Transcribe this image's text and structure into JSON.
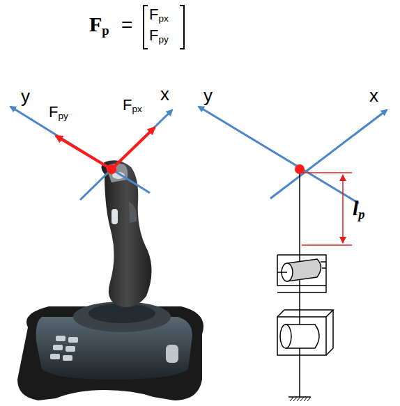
{
  "diagram": {
    "labels": [
      "Fp",
      "=",
      "Fpx",
      "Fpy",
      "y",
      "x",
      "Fpy",
      "Fpx",
      "x",
      "y",
      "lp"
    ]
  }
}
